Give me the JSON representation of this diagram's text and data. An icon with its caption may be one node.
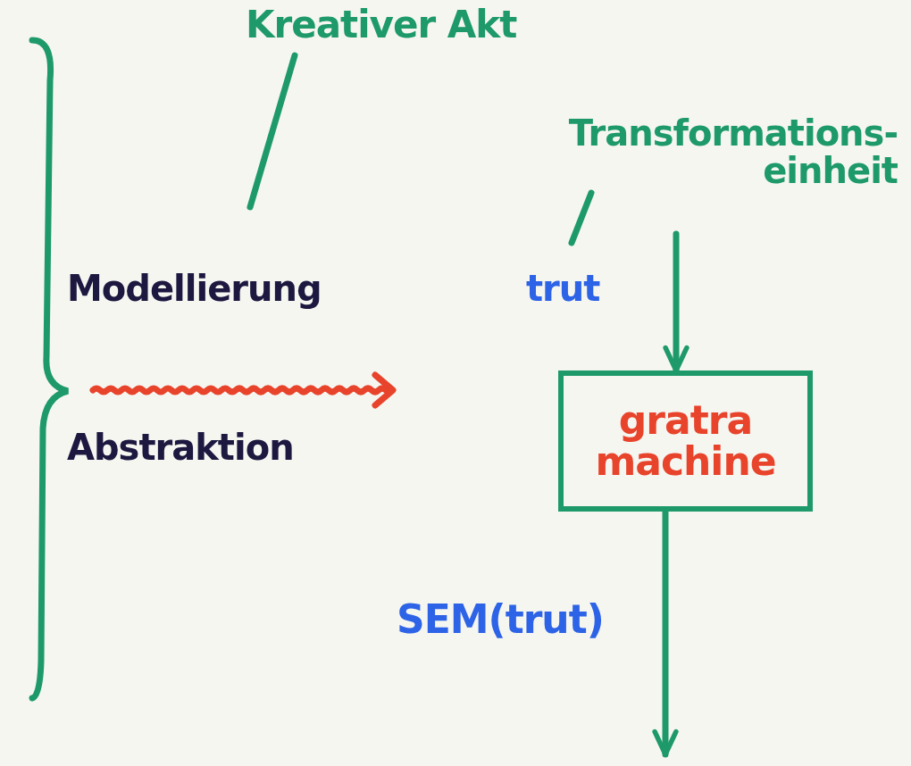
{
  "diagram": {
    "nodes": [
      {
        "text": [
          "Kreativer Akt"
        ]
      },
      {
        "text": [
          "Transformations- einheit"
        ]
      },
      {
        "text": [
          "gratra machine"
        ]
      }
    ],
    "edges": [
      {
        "from": 0,
        "to": null,
        "arrow": "none"
      },
      {
        "from": 1,
        "to": null,
        "arrow": "none"
      },
      {
        "from": null,
        "to": 2,
        "arrow": "to",
        "label": "trut"
      },
      {
        "from": 2,
        "to": null,
        "arrow": "to",
        "label": "SEM(trut)"
      }
    ],
    "labels": [
      "Modellierung",
      "Abstraktion"
    ]
  }
}
